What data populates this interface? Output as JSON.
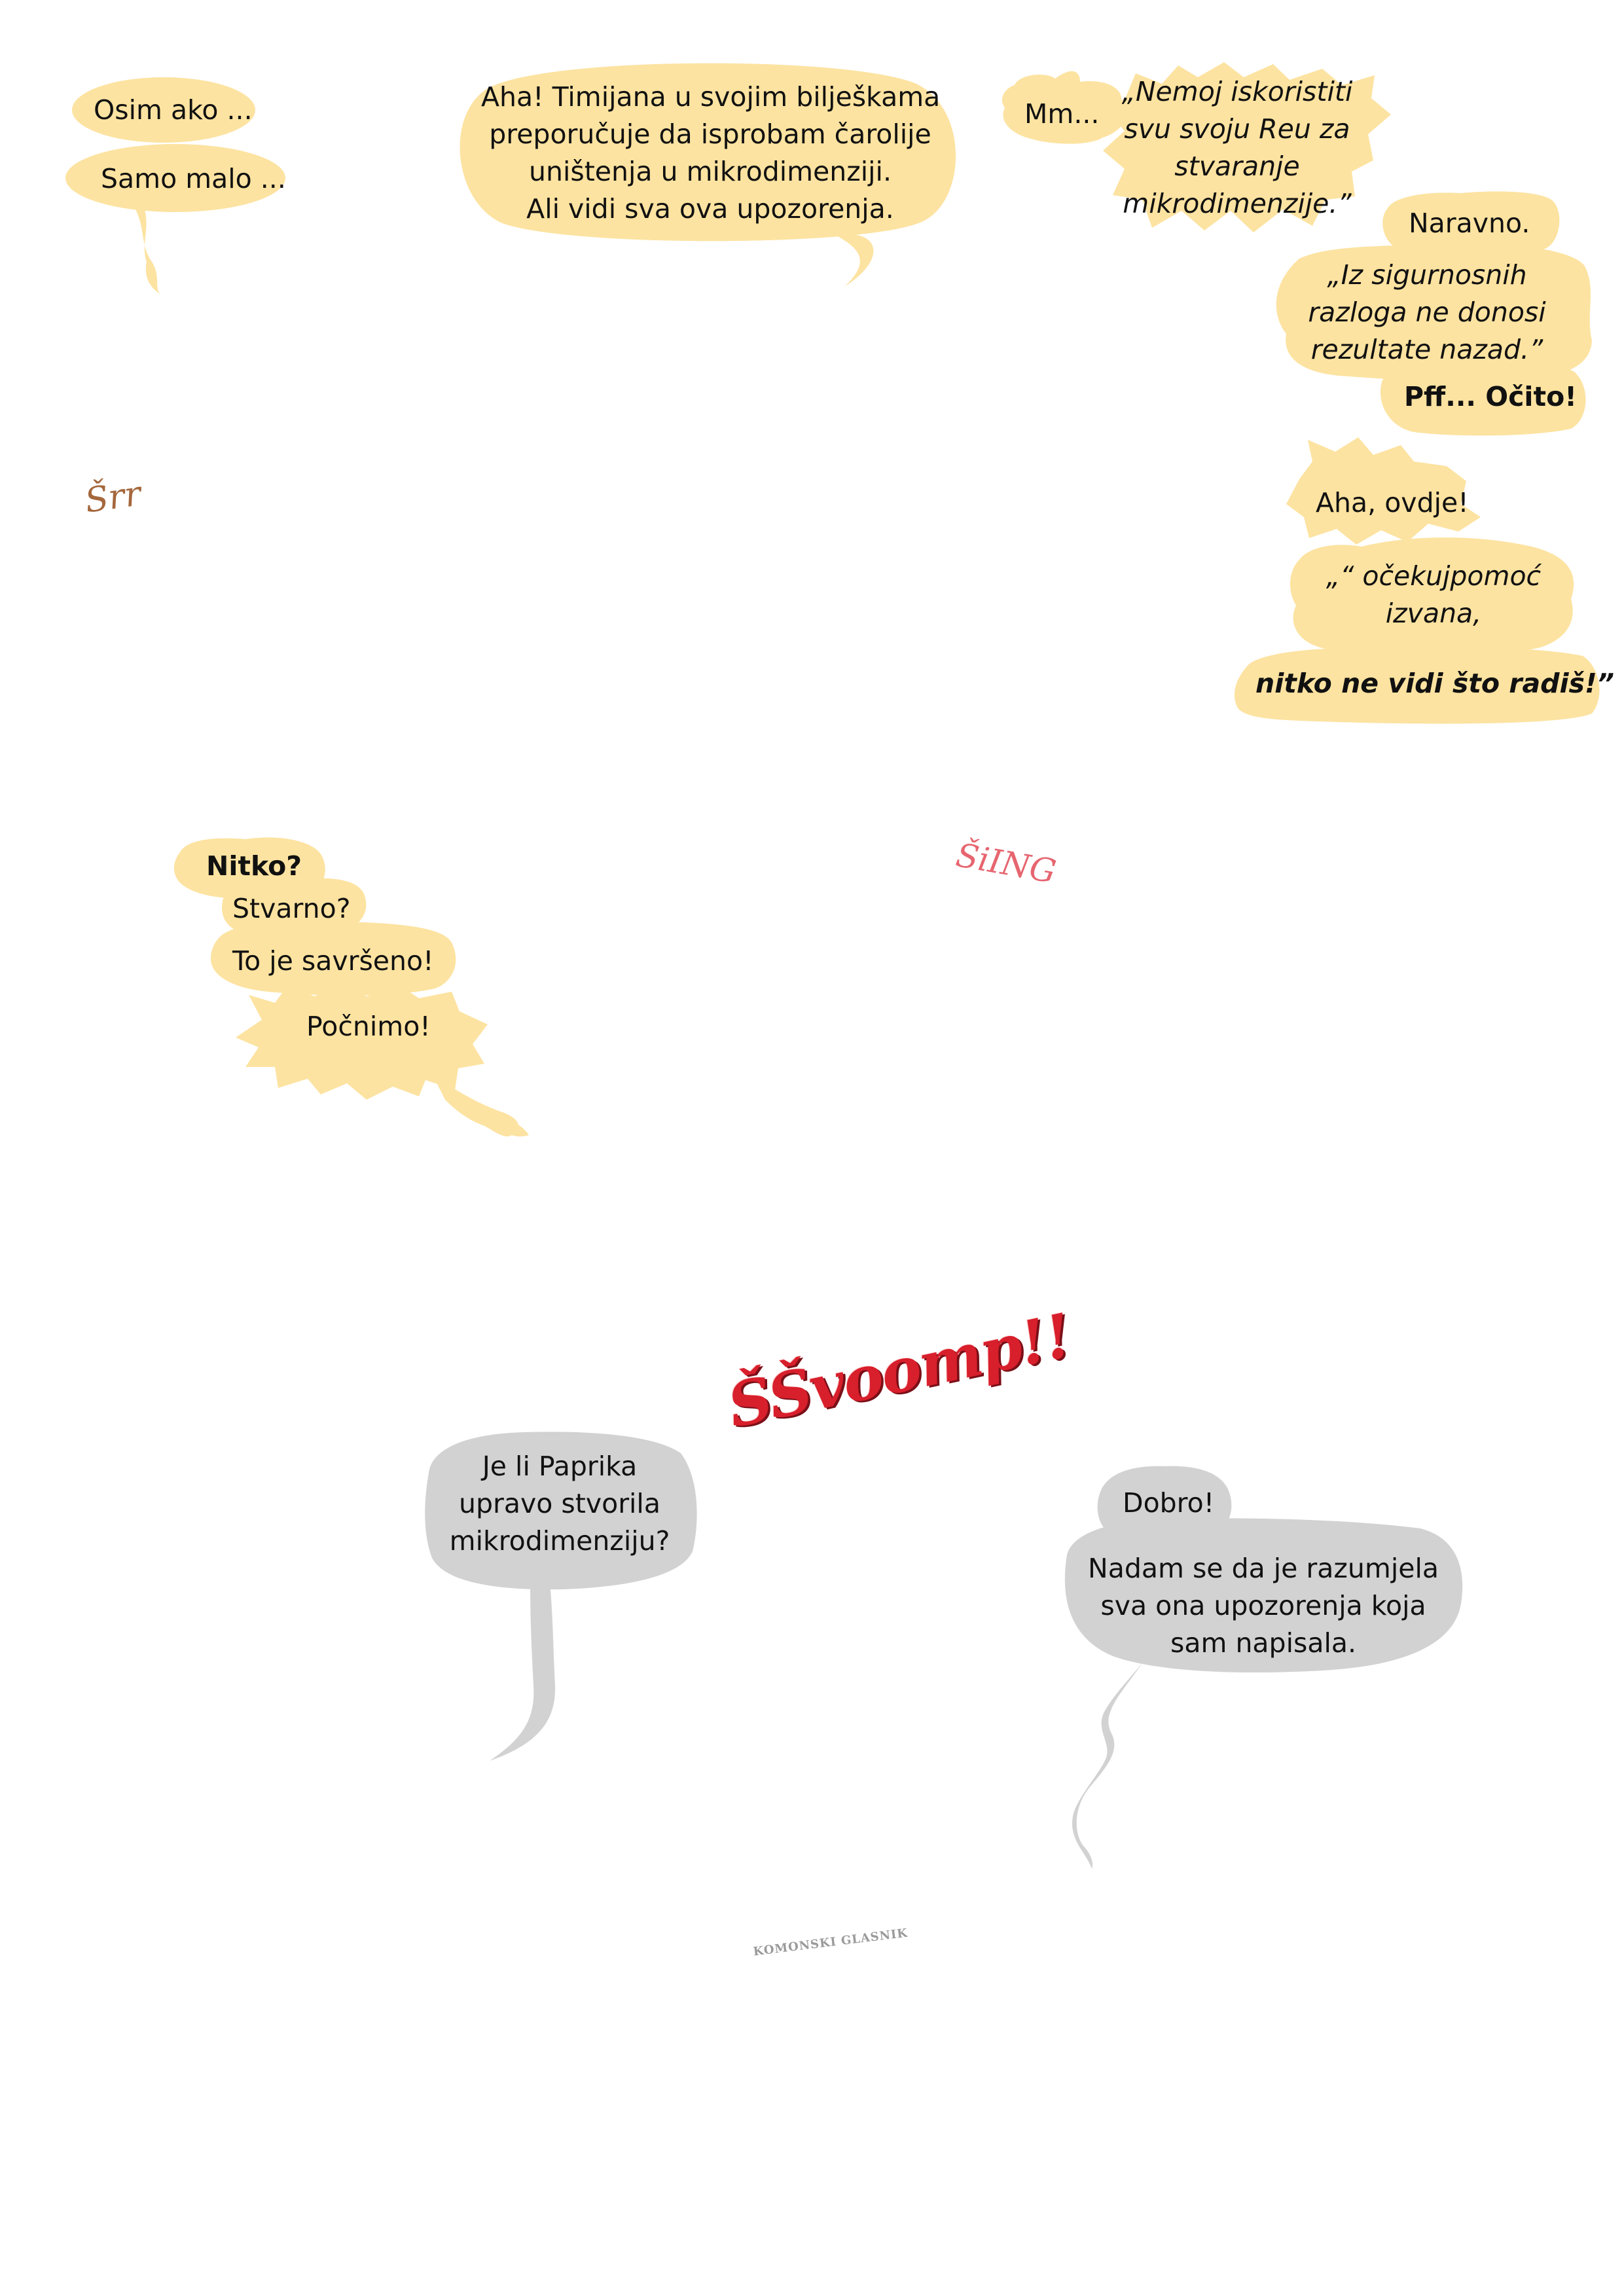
{
  "colors": {
    "balloon_yellow": "#fde3a1",
    "balloon_gray": "#d2d2d2",
    "text": "#111111",
    "sfx_srr": "#a4673c",
    "sfx_siing": "#e6656f",
    "sfx_svoomp": "#d81f2c",
    "credit": "#9a9a9a"
  },
  "balloons": {
    "osim_ako": "Osim ako ...",
    "samo_malo": "Samo malo ...",
    "aha_timijana": [
      "Aha! Timijana u svojim bilješkama",
      "preporučuje da isprobam čarolije",
      "uništenja u mikrodimenziji.",
      "Ali  vidi sva ova upozorenja."
    ],
    "mm": "Mm...",
    "nemoj_iskoristiti": [
      "„Nemoj iskoristiti",
      "svu svoju Reu za",
      "stvaranje",
      "mikrodimenzije.”"
    ],
    "naravno": "Naravno.",
    "iz_sigurnosnih": [
      "„Iz sigurnosnih",
      "razloga ne donosi",
      "rezultate nazad.”"
    ],
    "pff_ocito": "Pff... Očito!",
    "aha_ovdje": "Aha, ovdje!",
    "ocekujpomoc": [
      "„“ očekujpomoć",
      "izvana,"
    ],
    "nitko_ne_vidi": "nitko ne vidi što radiš!”",
    "nitko": "Nitko?",
    "stvarno": "Stvarno?",
    "savrseno": "To je savršeno!",
    "pocnimo": "Počnimo!",
    "je_li_paprika": [
      "Je li Paprika",
      "upravo stvorila",
      "mikrodimenziju?"
    ],
    "dobro": "Dobro!",
    "nadam_se": [
      "Nadam se da je razumjela",
      "sva ona upozorenja koja",
      "sam napisala."
    ]
  },
  "sound_effects": {
    "srr": "Šrr",
    "siing": "ŠiING",
    "svoomp": "ŠŠvoomp!!"
  },
  "credit": "KOMONSKI GLASNIK"
}
